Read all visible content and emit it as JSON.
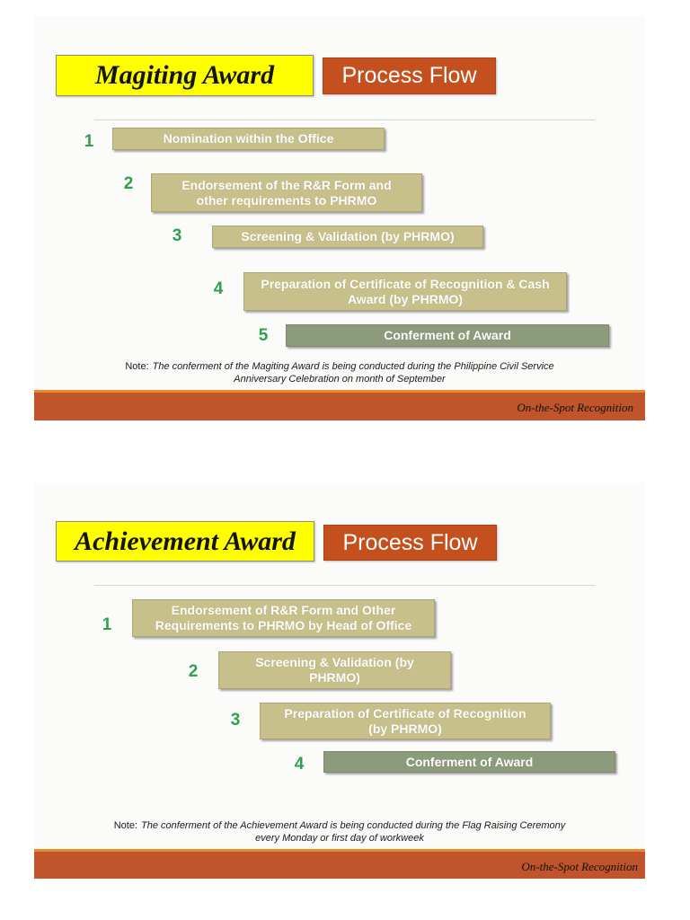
{
  "slides": [
    {
      "award_title": "Magiting Award",
      "process_label": "Process Flow",
      "steps": [
        {
          "number": "1",
          "lines": [
            "Nomination within the Office"
          ],
          "color": "#c8c08a"
        },
        {
          "number": "2",
          "lines": [
            "Endorsement of the R&R Form and",
            "other requirements to PHRMO"
          ],
          "color": "#c8c08a"
        },
        {
          "number": "3",
          "lines": [
            "Screening & Validation (by PHRMO)"
          ],
          "color": "#c8c08a"
        },
        {
          "number": "4",
          "lines": [
            "Preparation of Certificate of Recognition & Cash",
            "Award (by PHRMO)"
          ],
          "color": "#c8c08a"
        },
        {
          "number": "5",
          "lines": [
            "Conferment of Award"
          ],
          "color": "#8c9b7b"
        }
      ],
      "note": {
        "label": "Note:",
        "lines": [
          "The conferment of the Magiting Award is being conducted during the Philippine Civil Service",
          "Anniversary Celebration on month of September"
        ]
      },
      "footer_text": "On-the-Spot Recognition"
    },
    {
      "award_title": "Achievement Award",
      "process_label": "Process Flow",
      "steps": [
        {
          "number": "1",
          "lines": [
            "Endorsement of R&R Form and Other",
            "Requirements to PHRMO by Head of Office"
          ],
          "color": "#c8c08a"
        },
        {
          "number": "2",
          "lines": [
            "Screening & Validation (by",
            "PHRMO)"
          ],
          "color": "#c8c08a"
        },
        {
          "number": "3",
          "lines": [
            "Preparation of Certificate of Recognition",
            "(by PHRMO)"
          ],
          "color": "#c8c08a"
        },
        {
          "number": "4",
          "lines": [
            "Conferment of Award"
          ],
          "color": "#8c9b7b"
        }
      ],
      "note": {
        "label": "Note:",
        "lines": [
          "The conferment of the Achievement Award is being conducted during the Flag Raising Ceremony",
          "every Monday or first day of workweek"
        ]
      },
      "footer_text": "On-the-Spot Recognition"
    }
  ],
  "colors": {
    "title_box": "#ffff00",
    "process_badge": "#c5501e",
    "step_number": "#2fa04d",
    "footer_band": "#c0542a",
    "footer_stripe": "#e8892b"
  }
}
